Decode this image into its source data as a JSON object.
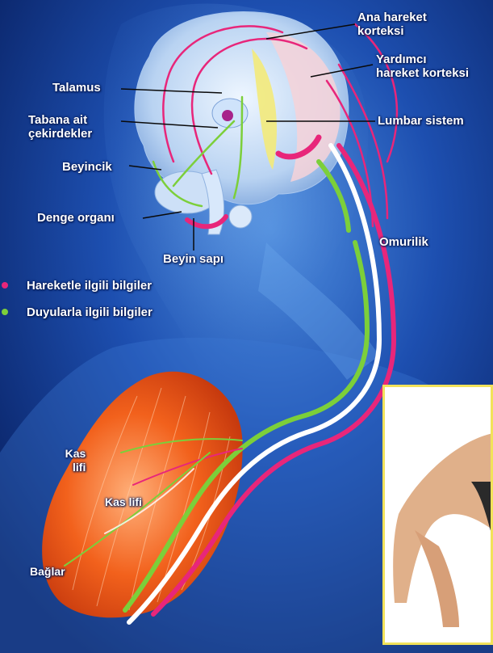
{
  "labels": {
    "ana_hareket_korteksi_line1": "Ana hareket",
    "ana_hareket_korteksi_line2": "korteksi",
    "yardimci_line1": "Yardımcı",
    "yardimci_line2": "hareket korteksi",
    "talamus": "Talamus",
    "tabana_ait_line1": "Tabana ait",
    "tabana_ait_line2": "çekirdekler",
    "lumbar_sistem": "Lumbar sistem",
    "beyincik": "Beyincik",
    "denge_organi": "Denge organı",
    "beyin_sapi": "Beyin sapı",
    "omurilik": "Omurilik",
    "kas_lifi_1_line1": "Kas",
    "kas_lifi_1_line2": "lifi",
    "kas_lifi_2": "Kas lifi",
    "baglar": "Bağlar"
  },
  "legend": {
    "motor": {
      "label": "Hareketle ilgili bilgiler",
      "color": "#e8267a"
    },
    "sensory": {
      "label": "Duyularla ilgili bilgiler",
      "color": "#7ccf3a"
    }
  },
  "colors": {
    "background": "#0c2c7a",
    "motor_path": "#e8267a",
    "sensory_path": "#7ccf3a",
    "spinal_cord": "#ffffff",
    "muscle": "#ee5a1a",
    "inset_border": "#f2e25a"
  }
}
